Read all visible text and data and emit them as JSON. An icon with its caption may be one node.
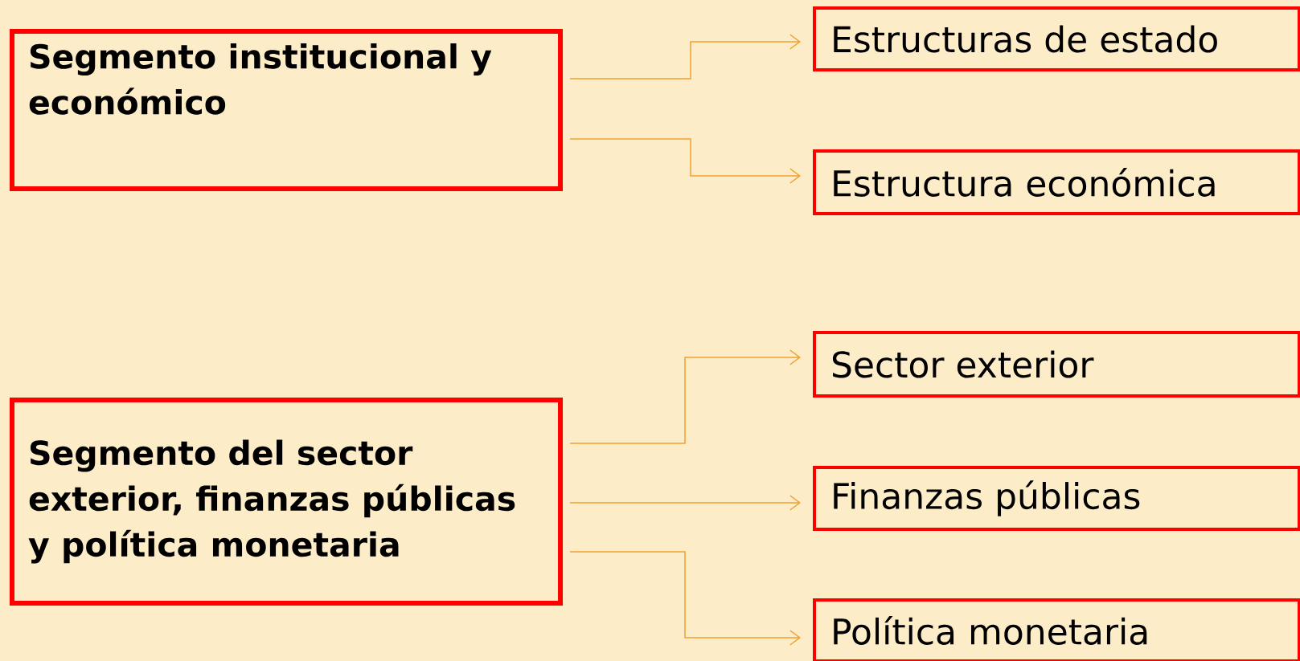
{
  "diagram": {
    "nodes": [
      {
        "text": [
          "Segmento institucional y económico"
        ]
      },
      {
        "text": [
          "Estructuras de estado"
        ]
      },
      {
        "text": [
          "Estructura económica"
        ]
      },
      {
        "text": [
          "Segmento del sector exterior, finanzas públicas y política monetaria"
        ]
      },
      {
        "text": [
          "Sector exterior"
        ]
      },
      {
        "text": [
          "Finanzas públicas"
        ]
      },
      {
        "text": [
          "Política monetaria"
        ]
      }
    ],
    "edges": [
      {
        "from": 0,
        "to": 1,
        "arrow": "to"
      },
      {
        "from": 0,
        "to": 2,
        "arrow": "to"
      },
      {
        "from": 3,
        "to": 4,
        "arrow": "to"
      },
      {
        "from": 3,
        "to": 5,
        "arrow": "to"
      },
      {
        "from": 3,
        "to": 6,
        "arrow": "to"
      }
    ]
  }
}
